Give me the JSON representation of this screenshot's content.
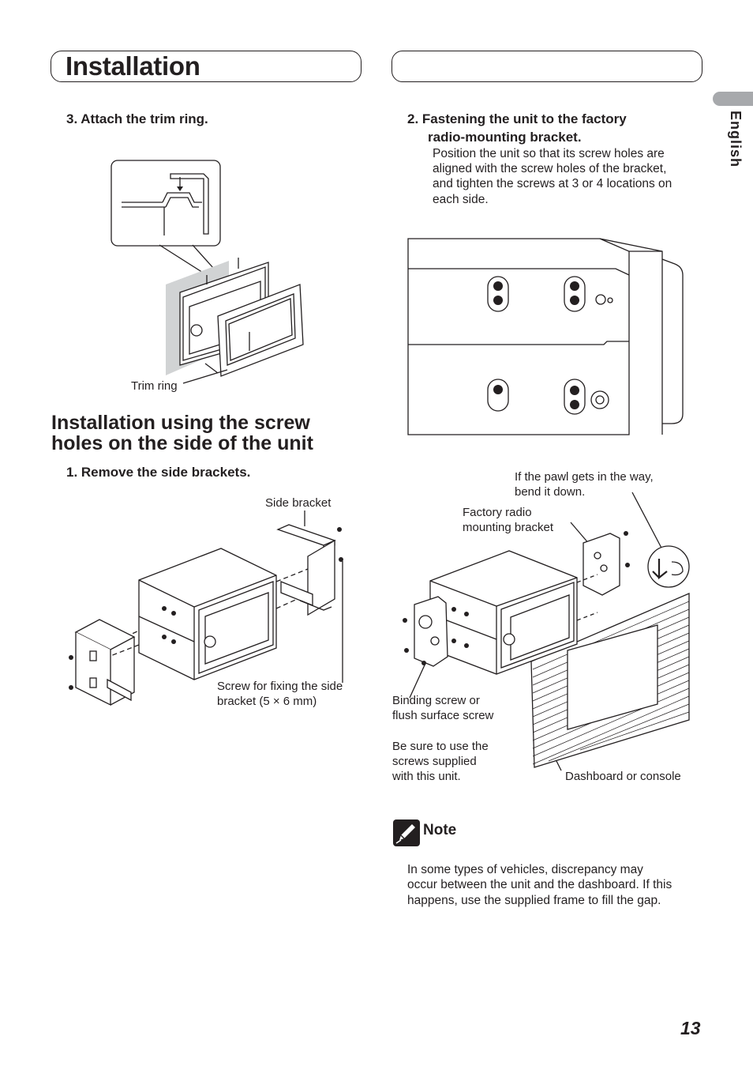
{
  "header": {
    "section_title": "Installation",
    "language_tab": "English",
    "page_number": "13"
  },
  "left": {
    "step3": "3.  Attach the trim ring.",
    "trim_ring_label": "Trim ring",
    "heading": "Installation using the screw holes on the side of the unit",
    "heading_line1": "Installation using the screw",
    "heading_line2": "holes on the side of the unit",
    "step1": "1.  Remove the side brackets.",
    "side_bracket_label": "Side bracket",
    "screw_label_line1": "Screw for fixing the side",
    "screw_label_line2": "bracket (5 × 6 mm)"
  },
  "right": {
    "step2_line1": "2.  Fastening the unit to the factory",
    "step2_line2": "radio-mounting bracket.",
    "step2_body_line1": "Position the unit so that its screw holes are",
    "step2_body_line2": "aligned with the screw holes of the bracket,",
    "step2_body_line3": "and tighten the screws at 3 or 4 locations on",
    "step2_body_line4": "each side.",
    "pawl_line1": "If the pawl gets in the way,",
    "pawl_line2": "bend it down.",
    "factory_line1": "Factory radio",
    "factory_line2": "mounting bracket",
    "binding_line1": "Binding screw or",
    "binding_line2": "flush surface screw",
    "supplied_line1": "Be sure to use the",
    "supplied_line2": "screws supplied",
    "supplied_line3": "with this unit.",
    "dashboard_label": "Dashboard or console",
    "note_title": "Note",
    "note_line1": "In some types of vehicles, discrepancy may",
    "note_line2": "occur between the unit and the dashboard. If this",
    "note_line3": "happens, use the supplied frame to fill the gap."
  }
}
